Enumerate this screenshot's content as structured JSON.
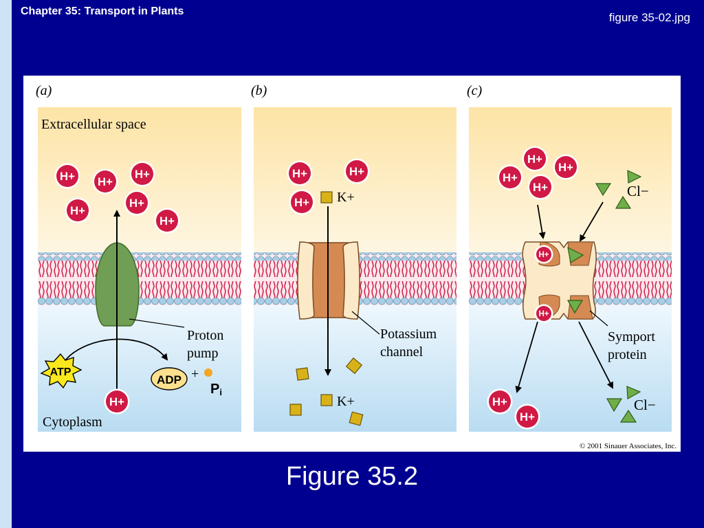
{
  "slide": {
    "chapter_title": "Chapter 35: Transport in Plants",
    "file_name": "figure 35-02.jpg",
    "caption": "Figure 35.2"
  },
  "figure": {
    "panel_a": {
      "tag": "(a)",
      "extracellular_label": "Extracellular space",
      "cytoplasm_label": "Cytoplasm",
      "pump_label_line1": "Proton",
      "pump_label_line2": "pump",
      "atp": "ATP",
      "adp": "ADP",
      "plus": "+",
      "pi": "P",
      "pi_sub": "i"
    },
    "panel_b": {
      "tag": "(b)",
      "k_top": "K+",
      "k_bottom": "K+",
      "channel_label_line1": "Potassium",
      "channel_label_line2": "channel"
    },
    "panel_c": {
      "tag": "(c)",
      "cl_top": "Cl−",
      "cl_bottom": "Cl−",
      "symport_label_line1": "Symport",
      "symport_label_line2": "protein"
    },
    "ion_label": "H+",
    "copyright": "© 2001 Sinauer Associates, Inc.",
    "colors": {
      "slide_background": "#000090",
      "proton": "#d01945",
      "pump_green": "#6f9e54",
      "channel_orange": "#d48a52",
      "potassium_yellow": "#d9b21a",
      "chloride_green": "#6fae48",
      "lipid_red": "#d0254d",
      "headgroup_blue": "#a9cfe6"
    }
  }
}
